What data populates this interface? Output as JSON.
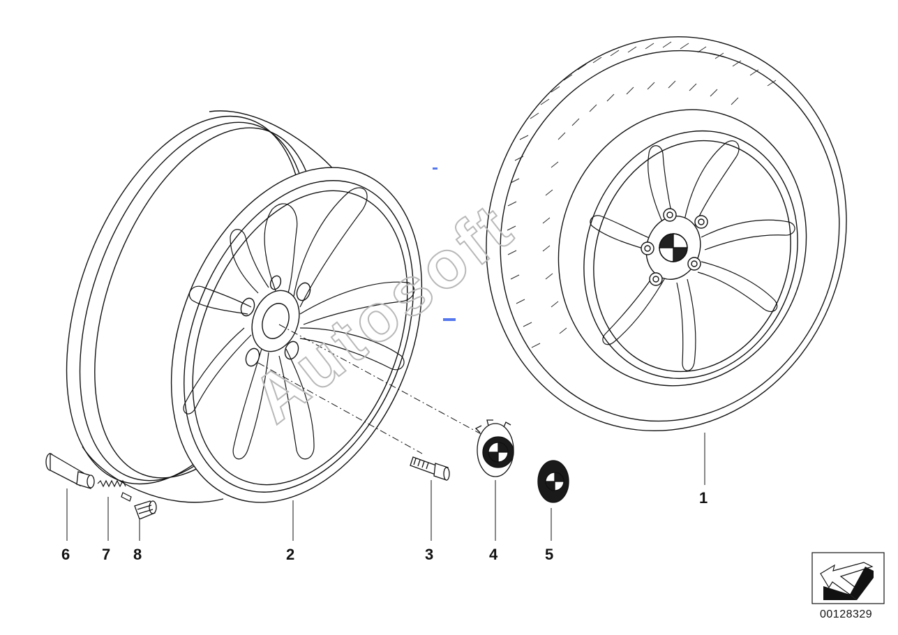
{
  "diagram": {
    "callouts": [
      "1",
      "2",
      "3",
      "4",
      "5",
      "6",
      "7",
      "8"
    ],
    "document_number": "00128329",
    "watermark_text": "Autosoft",
    "colors": {
      "line": "#111111",
      "watermark": "#b8b8b8",
      "accent": "#5577ee",
      "background": "#ffffff"
    },
    "icons": [
      "wheel-rim-icon",
      "wheel-with-tire-icon",
      "wheel-bolt-icon",
      "hub-cap-icon",
      "roundel-emblem-icon",
      "valve-icon",
      "valve-spring-icon",
      "valve-cap-icon",
      "orientation-arrow-icon"
    ]
  }
}
